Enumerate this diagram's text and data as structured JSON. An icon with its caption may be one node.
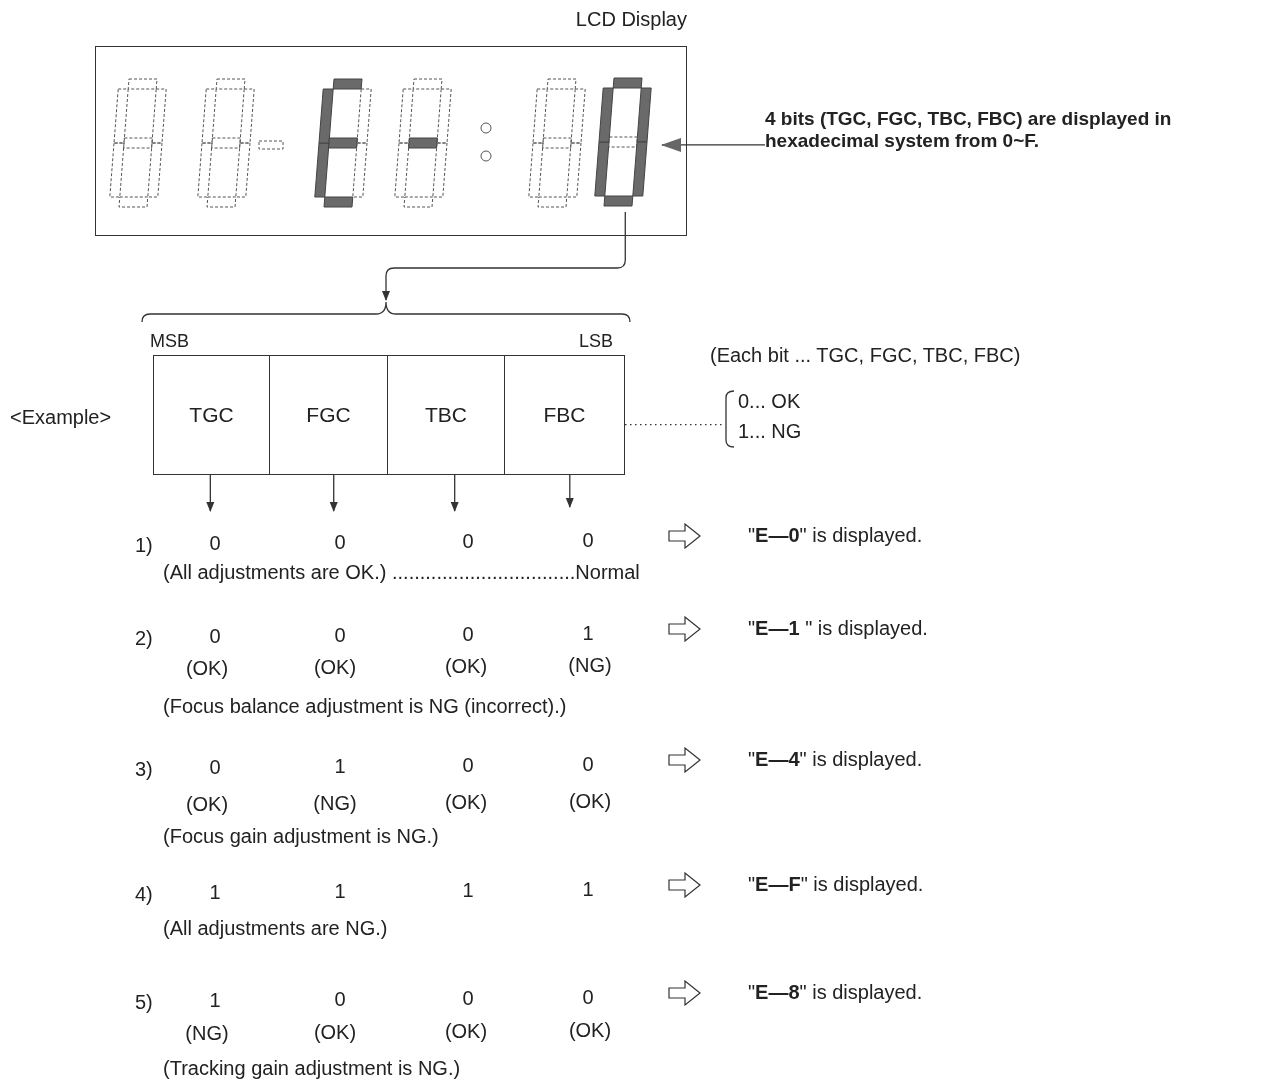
{
  "diagram": {
    "nodes": [
      {
        "text": [
          "LCD Display"
        ]
      },
      {
        "text": [],
        "shape": "picture",
        "in": 0
      },
      {
        "text": [
          "4 bits (TGC, FGC, TBC, FBC) are displayed in hexadecimal system from 0~F."
        ]
      },
      {
        "text": [],
        "shape": "box"
      },
      {
        "text": [
          "TGC"
        ],
        "in": 3,
        "beside": [
          "MSB"
        ]
      },
      {
        "text": [
          "FGC"
        ],
        "in": 3
      },
      {
        "text": [
          "TBC"
        ],
        "in": 3
      },
      {
        "text": [
          "FBC"
        ],
        "in": 3,
        "beside": [
          "LSB"
        ]
      },
      {
        "text": [
          "0... OK",
          "1... NG"
        ]
      }
    ],
    "edges": [
      {
        "from": 2,
        "to": 1,
        "arrow": "to"
      },
      {
        "from": 1,
        "to": 3,
        "arrow": "to"
      },
      {
        "from": 4,
        "to": null,
        "arrow": "to"
      },
      {
        "from": 5,
        "to": null,
        "arrow": "to"
      },
      {
        "from": 6,
        "to": null,
        "arrow": "to"
      },
      {
        "from": 7,
        "to": null,
        "arrow": "to"
      },
      {
        "from": 7,
        "to": 8,
        "arrow": "none",
        "style": "dashed"
      }
    ],
    "labels": [
      "(Each bit ... TGC, FGC, TBC, FBC)",
      "<Example>",
      "1)",
      "0",
      "0",
      "0",
      "0",
      "\"**E—0**\" is displayed.",
      "(All adjustments are OK.) .................................Normal",
      "2)",
      "0",
      "0",
      "0",
      "1",
      "\"**E—1** \" is displayed.",
      "(OK)",
      "(OK)",
      "(OK)",
      "(NG)",
      "(Focus balance adjustment is NG (incorrect).)",
      "3)",
      "0",
      "1",
      "0",
      "0",
      "\"**E—4**\" is displayed.",
      "(OK)",
      "(NG)",
      "(OK)",
      "(OK)",
      "(Focus gain adjustment is NG.)",
      "4)",
      "1",
      "1",
      "1",
      "1",
      "\"**E—F**\" is displayed.",
      "(All adjustments are NG.)",
      "5)",
      "1",
      "0",
      "0",
      "0",
      "\"**E—8**\" is displayed.",
      "(NG)",
      "(OK)",
      "(OK)",
      "(OK)",
      "(Tracking gain adjustment is NG.)"
    ]
  }
}
